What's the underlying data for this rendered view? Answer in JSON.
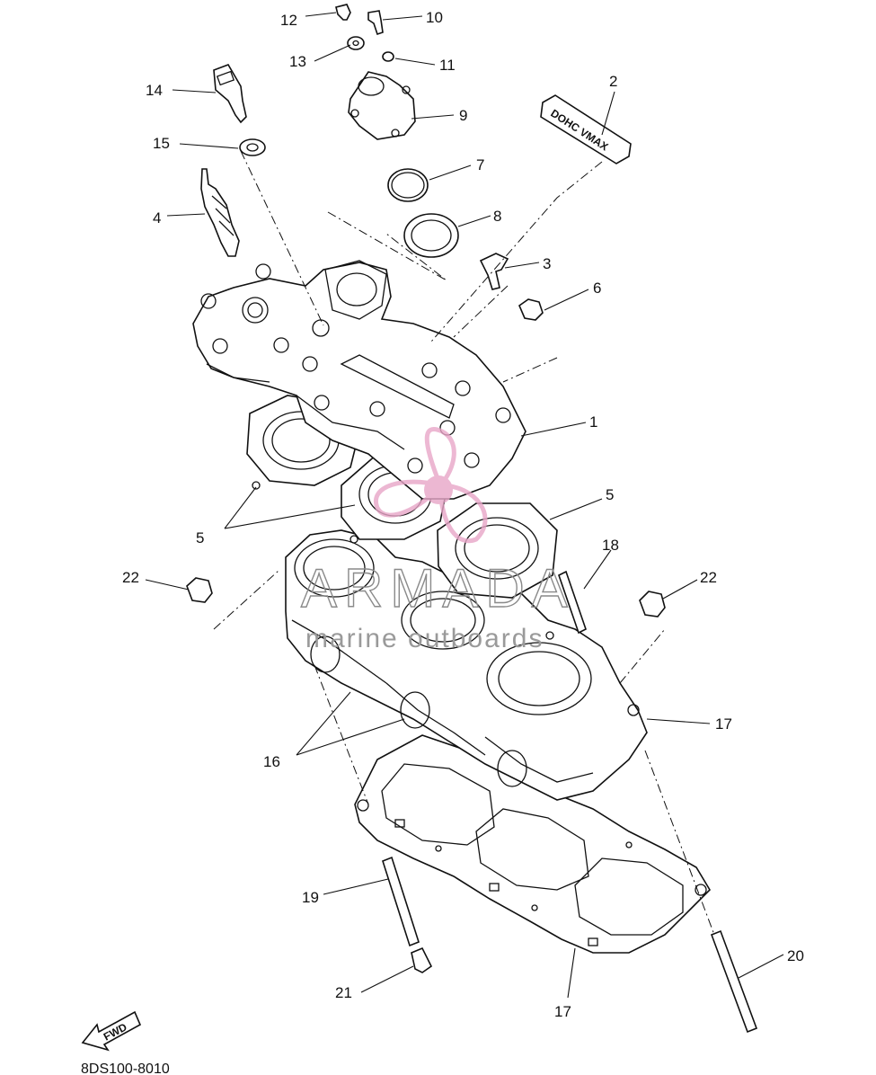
{
  "diagram": {
    "part_labels": [
      "1",
      "2",
      "3",
      "4",
      "5",
      "5",
      "6",
      "7",
      "8",
      "9",
      "10",
      "11",
      "12",
      "13",
      "14",
      "15",
      "16",
      "17",
      "17",
      "18",
      "19",
      "20",
      "21",
      "22",
      "22"
    ],
    "decal_text": "DOHC VMAX",
    "fwd_label": "FWD",
    "code": "8DS100-8010"
  },
  "watermark": {
    "brand": "ARMADA",
    "tagline": "marine outboards",
    "colors": {
      "logo": "#e8a6c8",
      "text": "#8a8a8a"
    }
  },
  "colors": {
    "line": "#111111",
    "background": "#ffffff"
  }
}
